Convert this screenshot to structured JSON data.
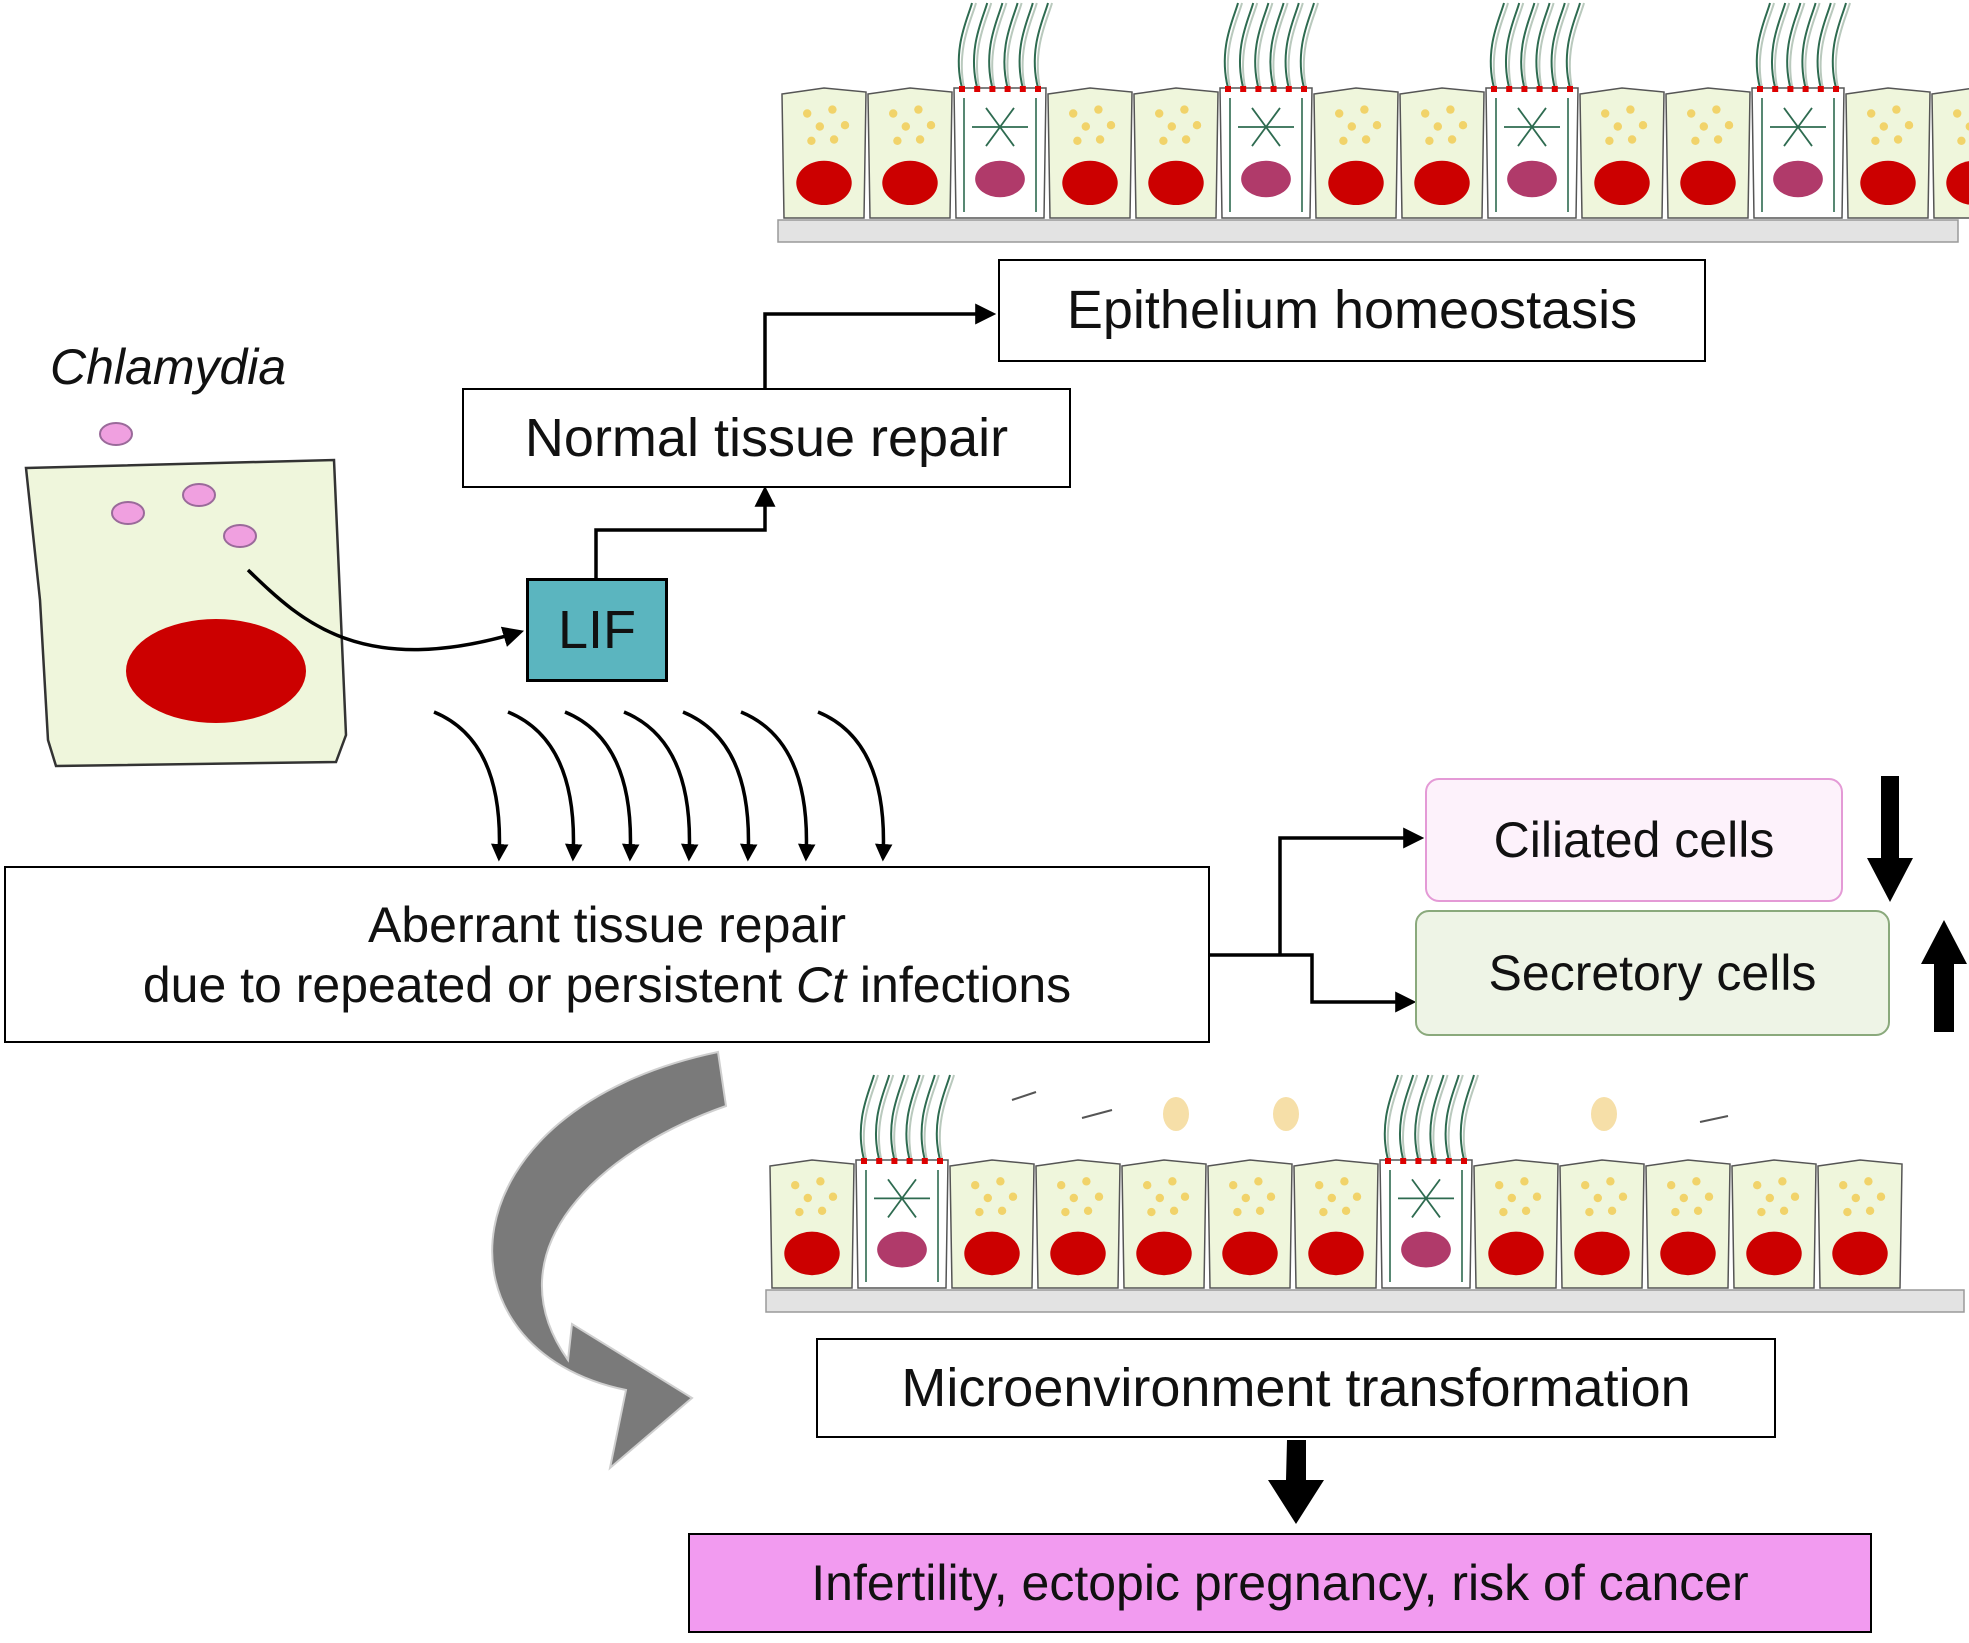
{
  "labels": {
    "chlamydia": "Chlamydia",
    "lif": "LIF",
    "normal_repair": "Normal tissue repair",
    "epithelium_homeostasis": "Epithelium homeostasis",
    "aberrant_line1": "Aberrant tissue repair",
    "aberrant_line2_pre": "due to repeated or persistent ",
    "aberrant_line2_italic": "Ct",
    "aberrant_line2_post": " infections",
    "ciliated": "Ciliated cells",
    "secretory": "Secretory cells",
    "microenvironment": "Microenvironment transformation",
    "outcome": "Infertility, ectopic pregnancy, risk of cancer"
  },
  "indicators": {
    "ciliated": "decrease",
    "secretory": "increase"
  },
  "colors": {
    "cell_fill": "#eff6dc",
    "nucleus": "#cc0000",
    "ciliated_nucleus": "#b03a6a",
    "chlamydia_body": "#f0a0e0",
    "granule": "#f1d36a",
    "lif_box": "#5bb5bf",
    "ciliated_box": "#fdf2fb",
    "secretory_box": "#eef4e6",
    "outcome_box": "#f29bf0",
    "curved_arrow": "#7a7a7a"
  }
}
